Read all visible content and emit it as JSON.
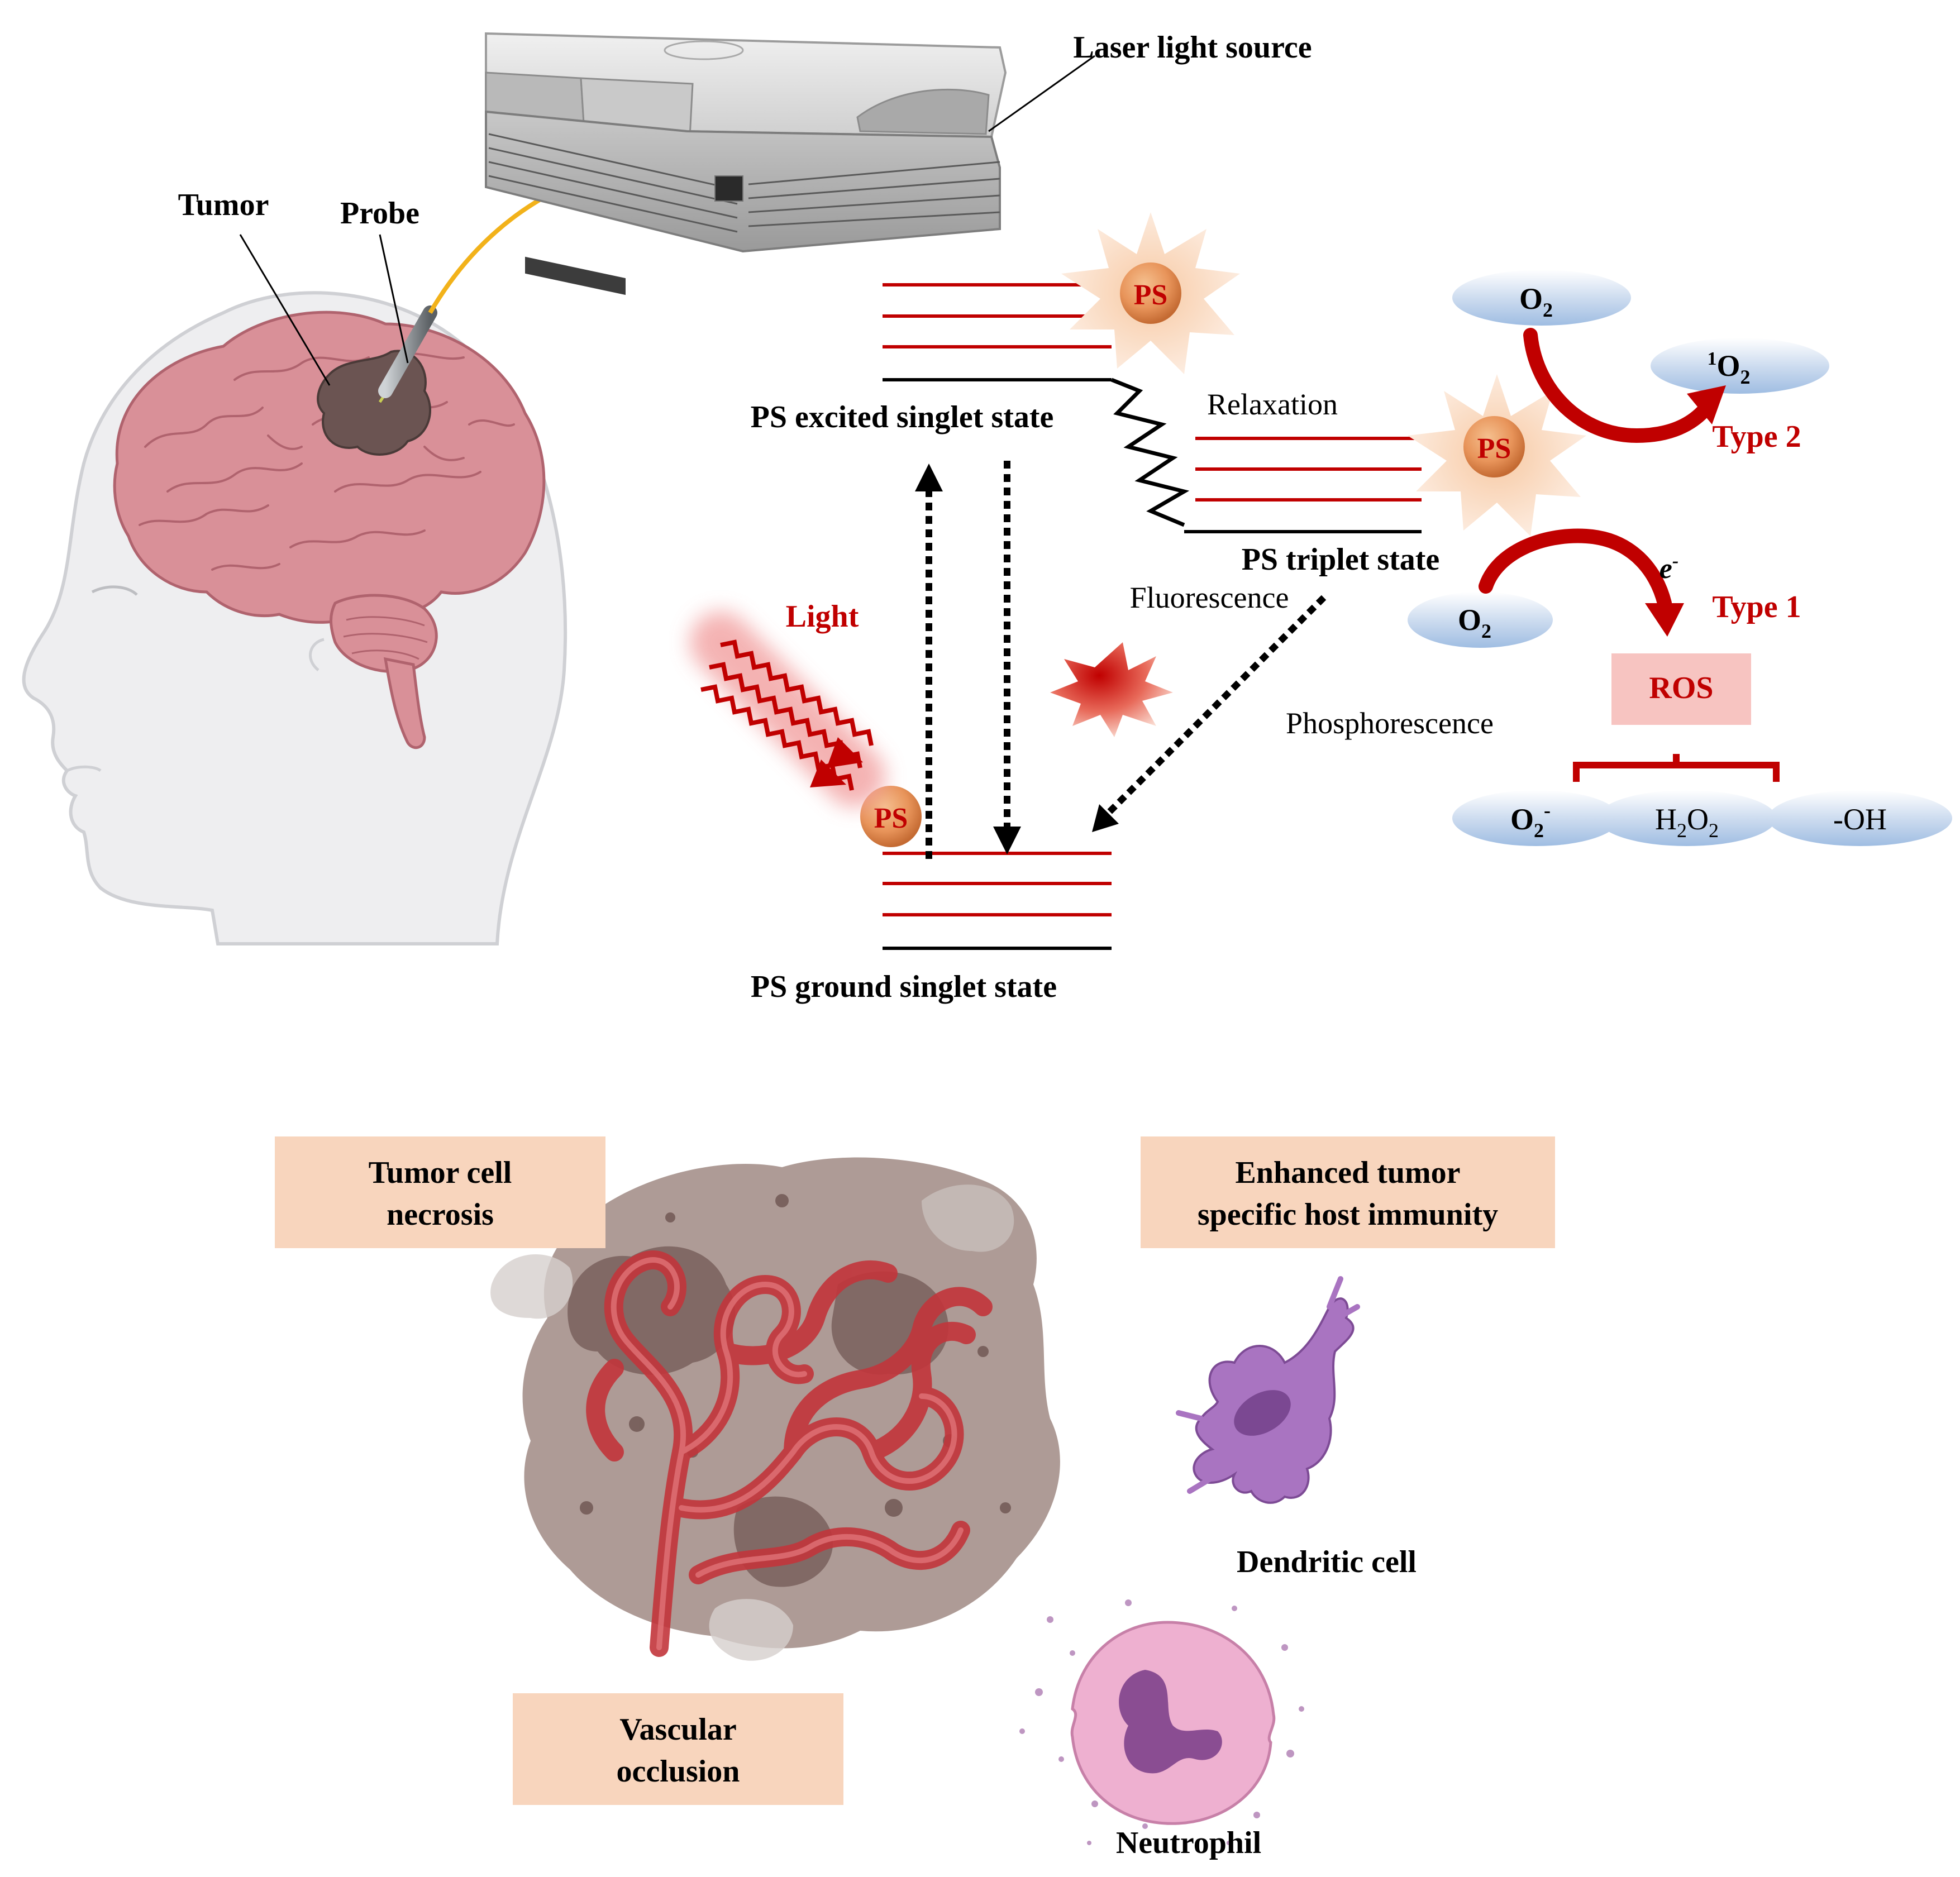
{
  "device": {
    "laser_label": "Laser light source",
    "tumor_label": "Tumor",
    "probe_label": "Probe"
  },
  "jablonski": {
    "excited_label": "PS excited singlet state",
    "triplet_label": "PS triplet state",
    "ground_label": "PS ground singlet state",
    "relaxation_label": "Relaxation",
    "fluorescence_label": "Fluorescence",
    "phosphorescence_label": "Phosphorescence",
    "light_label": "Light",
    "ps_label": "PS"
  },
  "reactions": {
    "type2_label": "Type 2",
    "type1_label": "Type 1",
    "electron_label": "e",
    "electron_sup": "-",
    "o2_label": "O",
    "o2_sub": "2",
    "singlet_sup": "1",
    "ros_label": "ROS",
    "superoxide_sup": "-",
    "h2o2_h": "H",
    "h2o2_o": "O",
    "hydroxyl_label": "-OH"
  },
  "effects": {
    "necrosis_line1": "Tumor cell",
    "necrosis_line2": "necrosis",
    "immunity_line1": "Enhanced tumor",
    "immunity_line2": "specific host immunity",
    "vascular_line1": "Vascular",
    "vascular_line2": "occlusion",
    "dendritic_label": "Dendritic cell",
    "neutrophil_label": "Neutrophil"
  },
  "icons": [
    "head-icon",
    "brain-icon",
    "laser-device-icon",
    "tumor-vessel-icon",
    "dendritic-cell-icon",
    "neutrophil-icon",
    "starburst-icon",
    "light-wave-icon"
  ],
  "colors": {
    "energy_level": "#c00000",
    "arrow_red": "#c00000",
    "effect_box": "#f8d5bd",
    "ros_box": "#f7c4c1",
    "oxygen_ellipse": "#aec6e6",
    "ps_sphere": "#e8945a"
  }
}
